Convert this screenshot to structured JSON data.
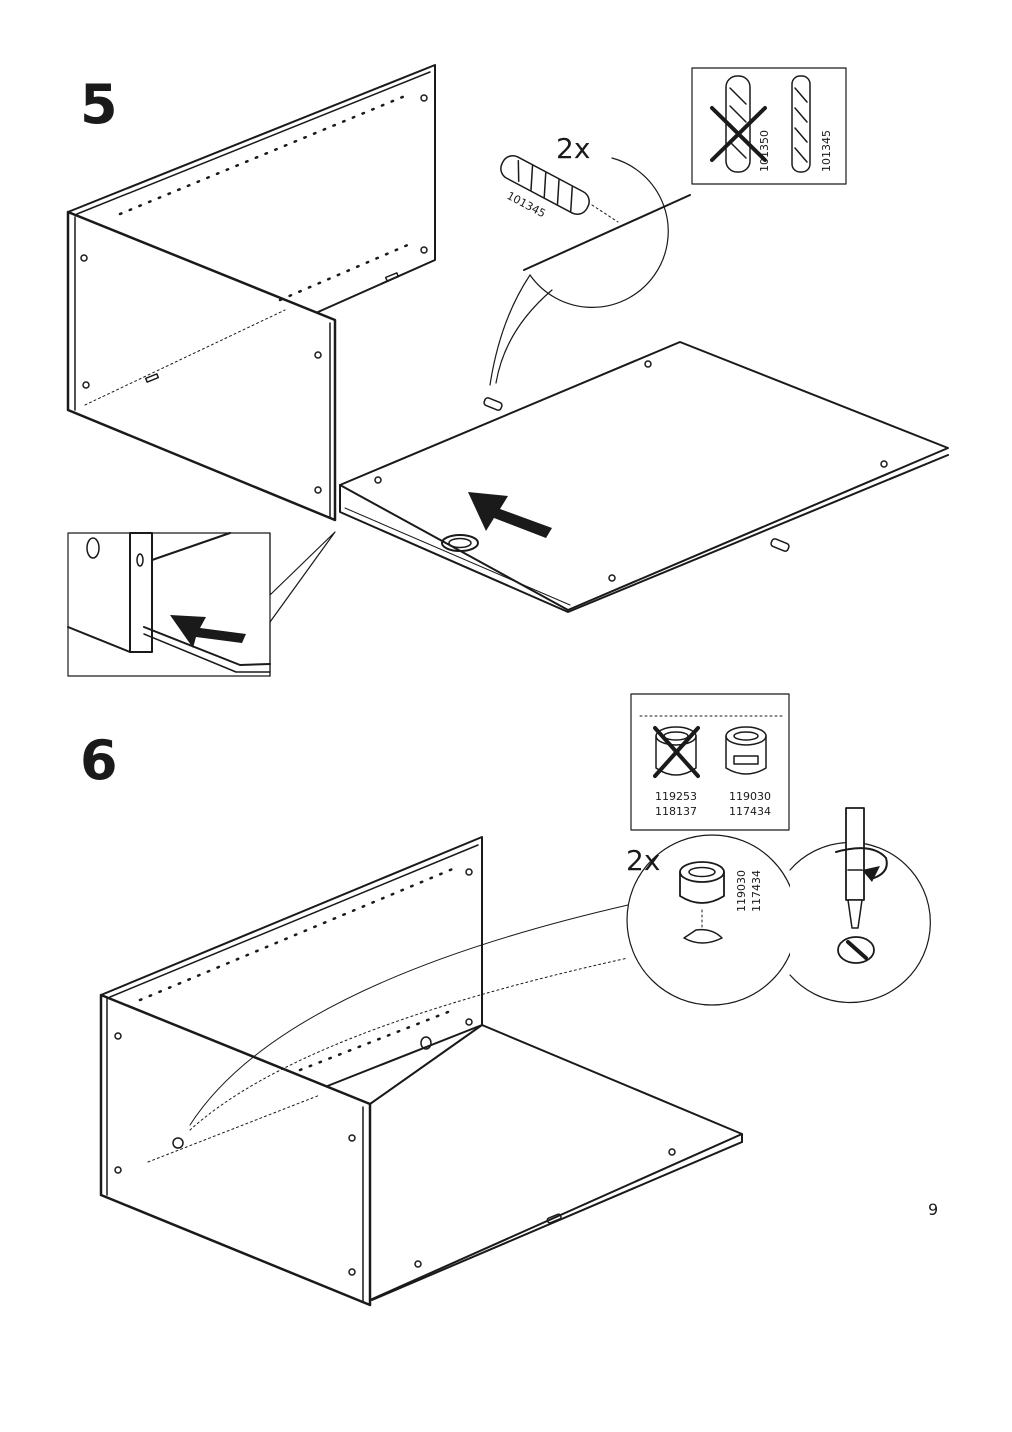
{
  "page_number": "9",
  "step5": {
    "number": "5",
    "quantity": "2x",
    "dowel_code": "101345",
    "compare_wrong_code": "101350",
    "compare_right_code": "101345"
  },
  "step6": {
    "number": "6",
    "quantity": "2x",
    "wrong_codes": [
      "119253",
      "118137"
    ],
    "right_codes": [
      "119030",
      "117434"
    ],
    "callout_codes": [
      "119030",
      "117434"
    ]
  }
}
